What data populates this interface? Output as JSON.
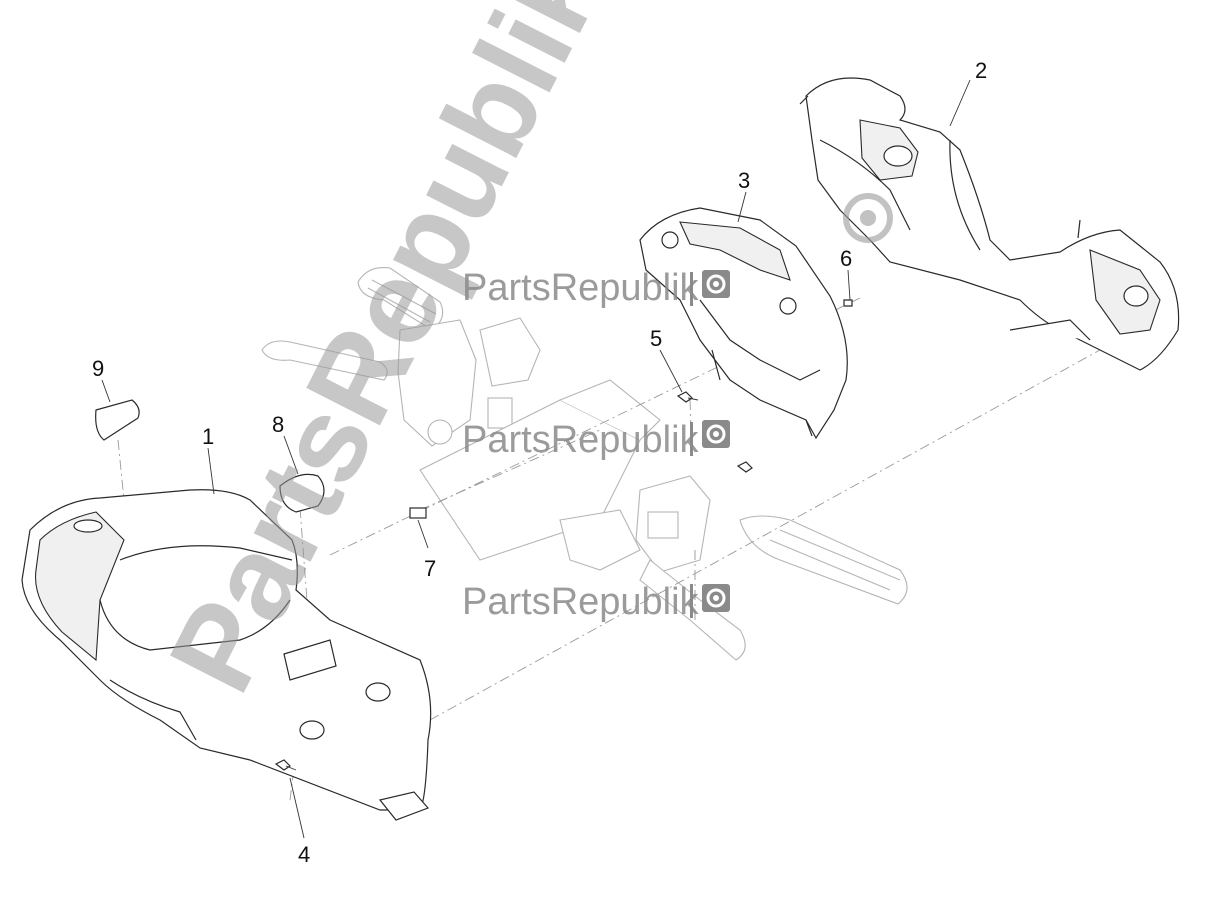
{
  "callouts": {
    "c1": "1",
    "c2": "2",
    "c3": "3",
    "c4": "4",
    "c5": "5",
    "c6": "6",
    "c7": "7",
    "c8": "8",
    "c9": "9"
  },
  "watermark": {
    "small_text": "PartsRepublik",
    "big_text": "PartsRepublik",
    "color": "#8a8a8a"
  }
}
